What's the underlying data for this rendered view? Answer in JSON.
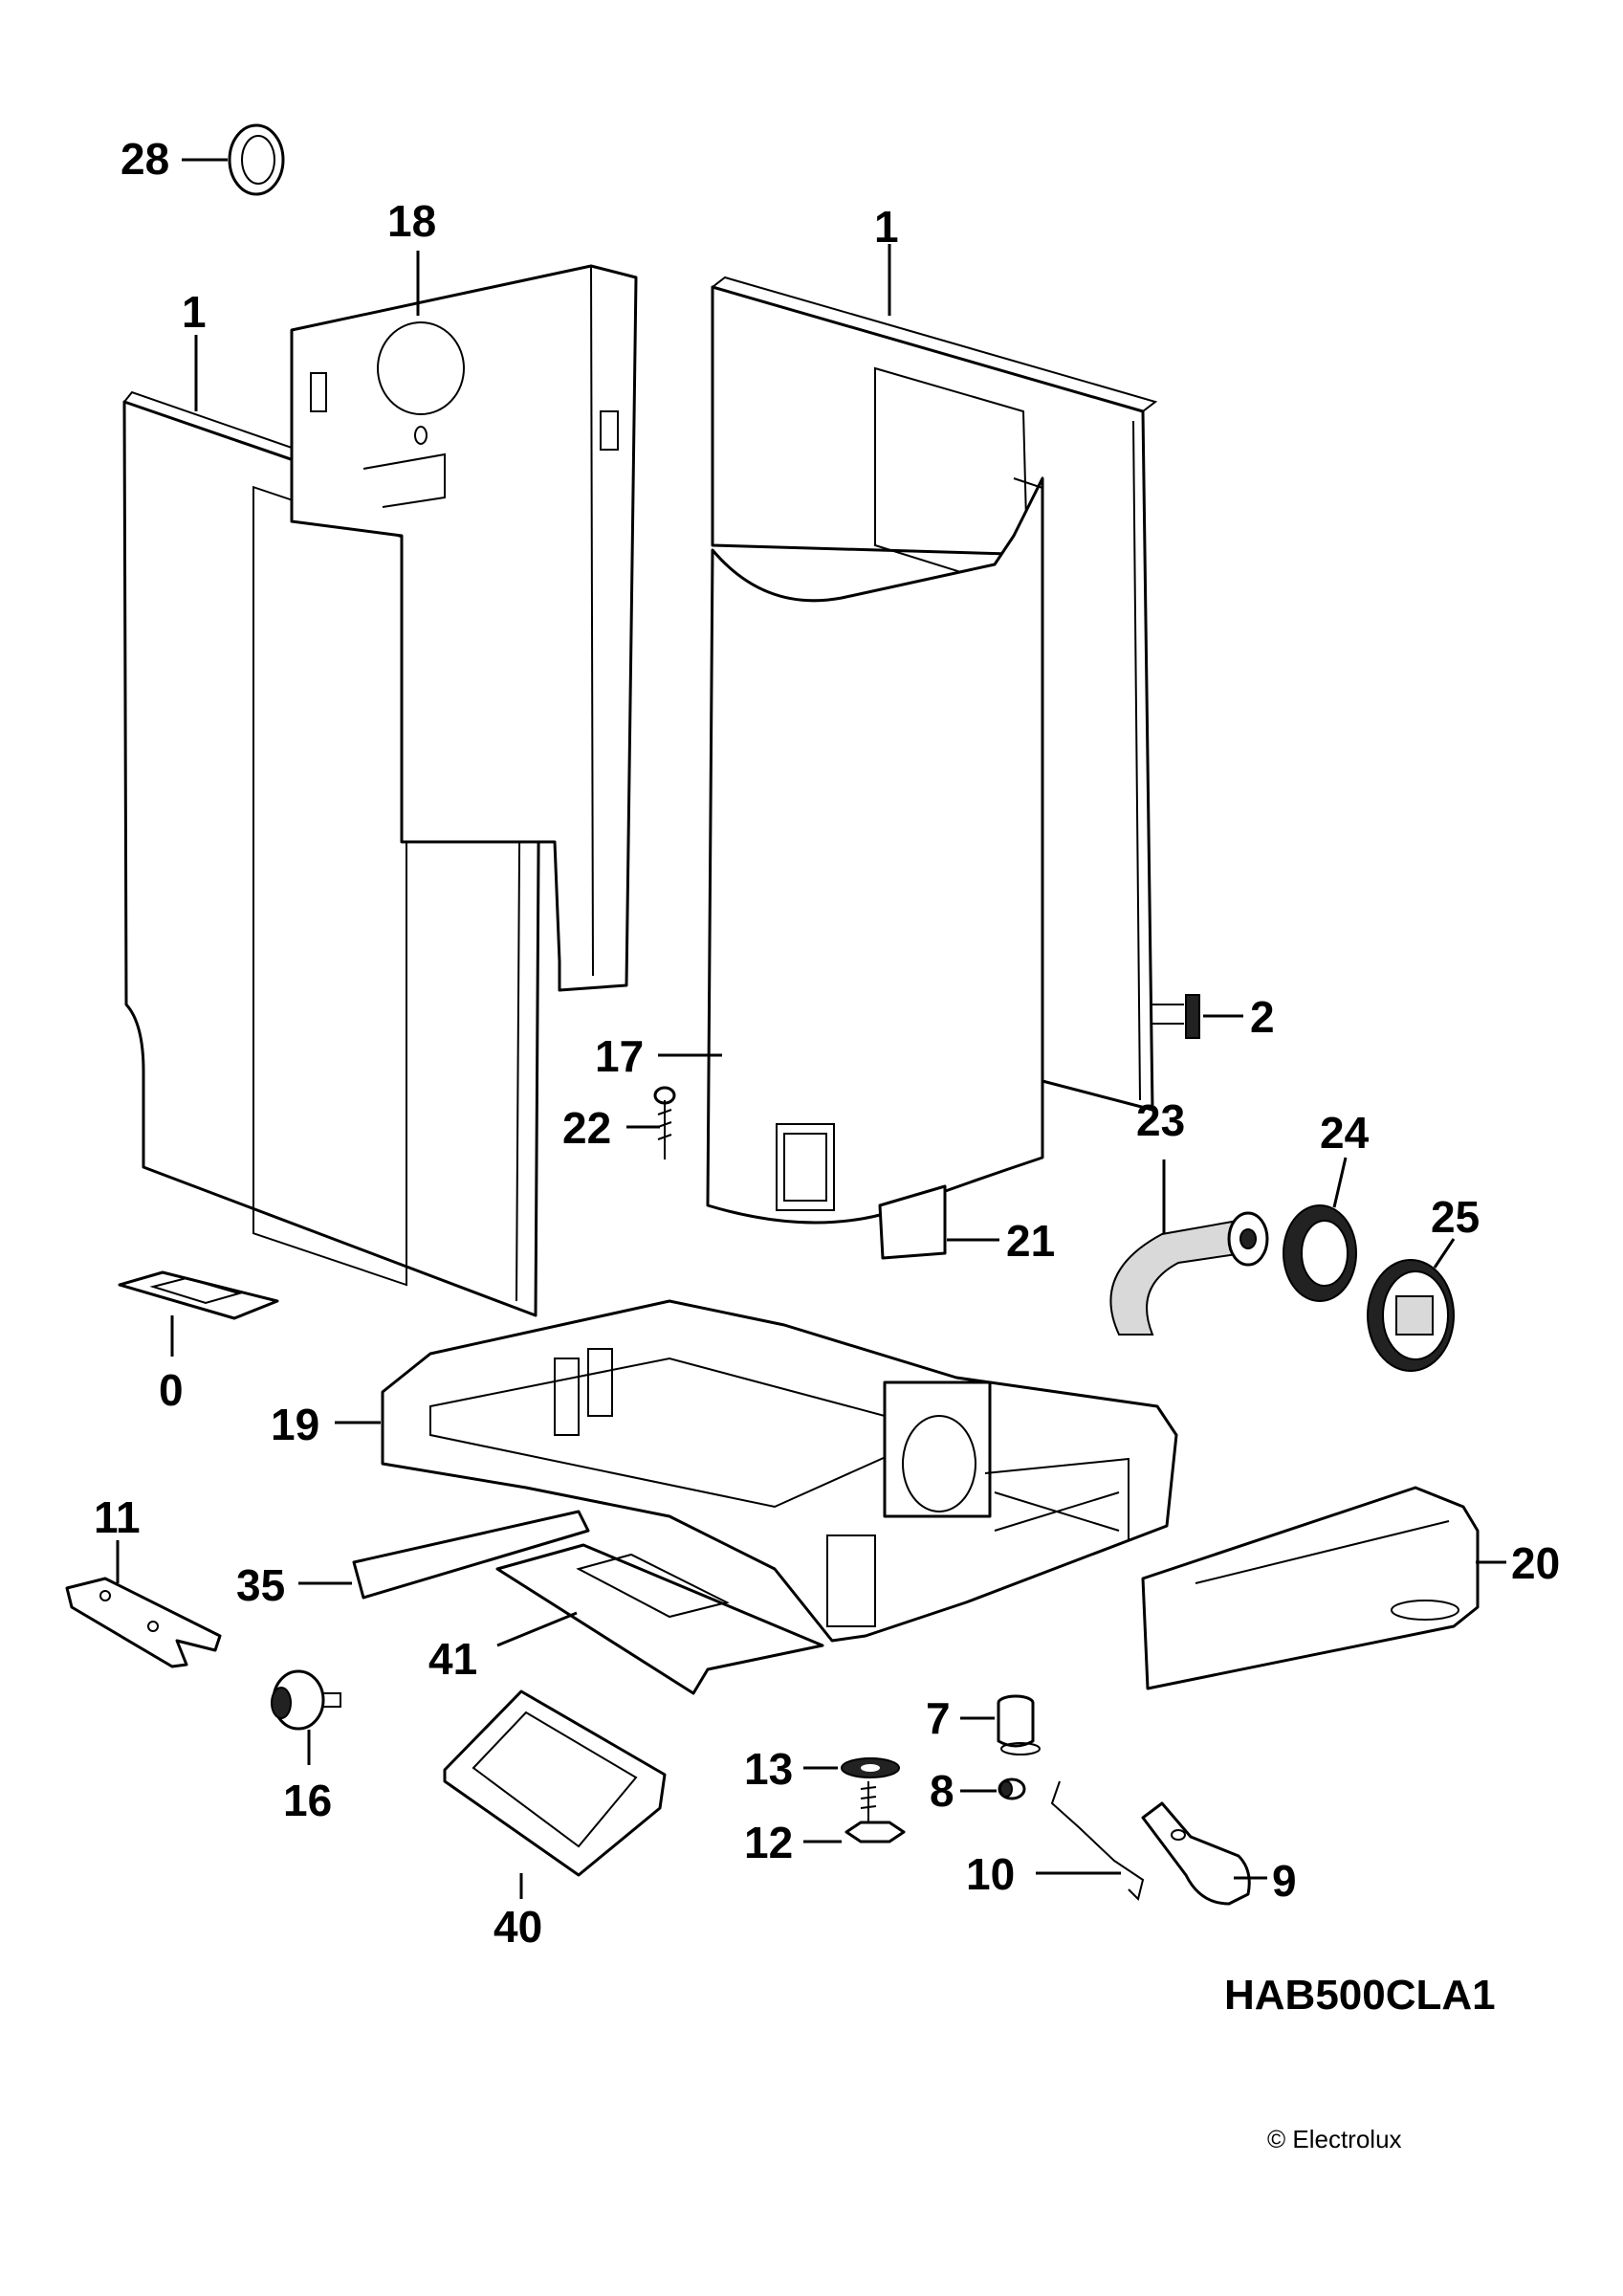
{
  "callouts": {
    "c0": "0",
    "c1a": "1",
    "c1b": "1",
    "c2": "2",
    "c7": "7",
    "c8": "8",
    "c9": "9",
    "c10": "10",
    "c11": "11",
    "c12": "12",
    "c13": "13",
    "c16": "16",
    "c17": "17",
    "c18": "18",
    "c19": "19",
    "c20": "20",
    "c21": "21",
    "c22": "22",
    "c23": "23",
    "c24": "24",
    "c25": "25",
    "c28": "28",
    "c35": "35",
    "c40": "40",
    "c41": "41"
  },
  "model_code": "HAB500CLA1",
  "copyright": "© Electrolux"
}
